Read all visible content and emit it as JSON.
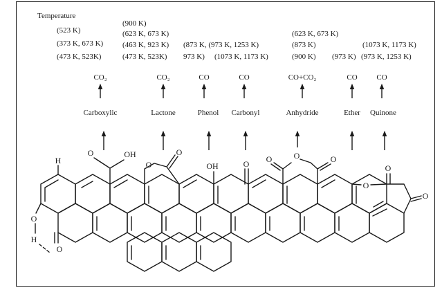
{
  "temperature_header": "Temperature",
  "groups": [
    {
      "key": "carboxylic",
      "name": "Carboxylic",
      "gas": "CO₂",
      "ranges": [
        "(523 K)",
        "(373 K, 673 K)",
        "(473 K, 523K)"
      ]
    },
    {
      "key": "lactone",
      "name": "Lactone",
      "gas": "CO₂",
      "ranges": [
        "(900 K)",
        "(623 K, 673 K)",
        "(463 K, 923 K)",
        "(473 K, 523K)"
      ]
    },
    {
      "key": "phenol",
      "name": "Phenol",
      "gas": "CO",
      "ranges": [
        "(873 K, (973 K, 1253 K)",
        "973 K)"
      ]
    },
    {
      "key": "carbonyl",
      "name": "Carbonyl",
      "gas": "CO",
      "ranges": [
        "(1073 K, 1173 K)"
      ]
    },
    {
      "key": "anhydride",
      "name": "Anhydride",
      "gas": "CO+CO₂",
      "ranges": [
        "(623 K, 673 K)",
        "(873 K)",
        "(900 K)"
      ]
    },
    {
      "key": "ether",
      "name": "Ether",
      "gas": "CO",
      "ranges": [
        "(973 K)"
      ]
    },
    {
      "key": "quinone",
      "name": "Quinone",
      "gas": "CO",
      "ranges": [
        "(1073 K, 1173 K)",
        "(973 K, 1253 K)"
      ]
    }
  ],
  "atoms": {
    "h_top": "H",
    "o_hydroxyl_left": "O",
    "h_bridge": "H",
    "o_bridge_ketone": "O",
    "o_carboxyl_ketone": "O",
    "oh_carboxyl": "OH",
    "o_lactone_ring": "O",
    "o_lactone_ketone": "O",
    "oh_phenol": "OH",
    "o_carbonyl": "O",
    "o_anhydride_left": "O",
    "o_anhydride_bridge": "O",
    "o_anhydride_right": "O",
    "o_ether": "O",
    "o_quinone_top": "O",
    "o_quinone_right": "O"
  }
}
